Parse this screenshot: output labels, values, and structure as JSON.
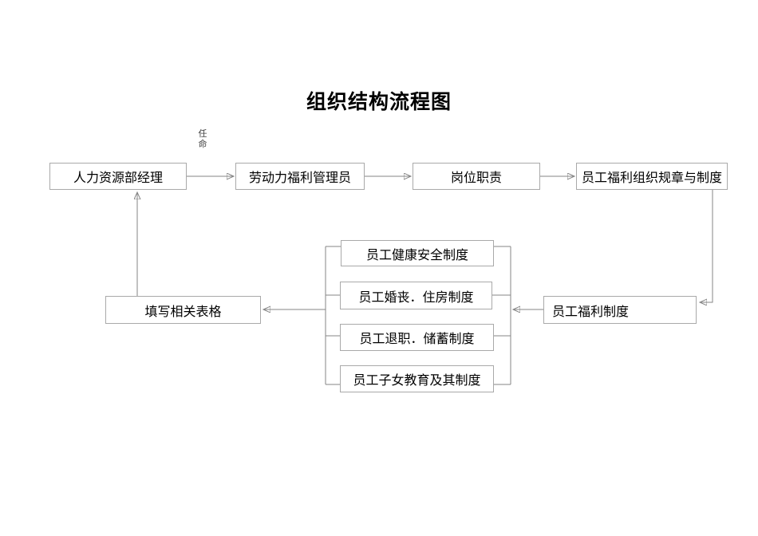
{
  "title": "组织结构流程图",
  "labels": {
    "appointment_vertical": "任\n命"
  },
  "nodes": {
    "hr_manager": "人力资源部经理",
    "welfare_admin": "劳动力福利管理员",
    "job_duties": "岗位职责",
    "org_rules": "员工福利组织规章与制度",
    "welfare_system": "员工福利制度",
    "fill_forms": "填写相关表格",
    "health_safety": "员工健康安全制度",
    "marriage_housing": "员工婚丧．住房制度",
    "retirement_savings": "员工退职．储蓄制度",
    "children_education": "员工子女教育及其制度"
  },
  "edges": [
    {
      "from": "hr_manager",
      "to": "welfare_admin",
      "label": "任命"
    },
    {
      "from": "welfare_admin",
      "to": "job_duties",
      "label": ""
    },
    {
      "from": "job_duties",
      "to": "org_rules",
      "label": ""
    },
    {
      "from": "org_rules",
      "to": "welfare_system",
      "label": ""
    },
    {
      "from": "welfare_system",
      "to": "institutions_group",
      "label": ""
    },
    {
      "from": "institutions_group",
      "to": "fill_forms",
      "label": ""
    },
    {
      "from": "fill_forms",
      "to": "hr_manager",
      "label": ""
    }
  ],
  "group_members": [
    "health_safety",
    "marriage_housing",
    "retirement_savings",
    "children_education"
  ],
  "colors": {
    "background": "#ffffff",
    "box_border": "#a9a9a9",
    "connector": "#858585",
    "arrowhead": "#000000",
    "text": "#000000"
  }
}
